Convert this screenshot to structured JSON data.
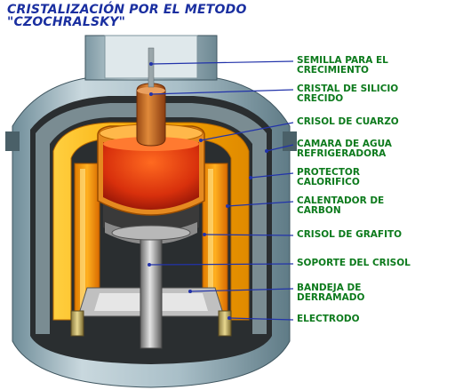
{
  "title": {
    "line1": "CRISTALIZACIÓN POR EL METODO",
    "line2": "\"CZOCHRALSKY\""
  },
  "colors": {
    "title": "#1a2fa0",
    "labels": "#0c7a1c",
    "leader_lines": "#2233aa",
    "chamber_outer": "#b0c4cc",
    "heater": "#f0a000",
    "crystal": "#c8641c",
    "melt": "#e04010",
    "graphite": "#555555",
    "electrode": "#c8b060"
  },
  "labels": [
    {
      "id": "semilla",
      "lines": [
        "SEMILLA PARA EL",
        "CRECIMIENTO"
      ]
    },
    {
      "id": "cristal",
      "lines": [
        "CRISTAL DE SILICIO",
        "CRECIDO"
      ]
    },
    {
      "id": "crisol-cuarzo",
      "lines": [
        "CRISOL DE CUARZO"
      ]
    },
    {
      "id": "camara",
      "lines": [
        "CAMARA DE AGUA",
        "REFRIGERADORA"
      ]
    },
    {
      "id": "protector",
      "lines": [
        "PROTECTOR",
        "CALORIFICO"
      ]
    },
    {
      "id": "calentador",
      "lines": [
        "CALENTADOR DE",
        "CARBON"
      ]
    },
    {
      "id": "crisol-grafito",
      "lines": [
        "CRISOL DE GRAFITO"
      ]
    },
    {
      "id": "soporte",
      "lines": [
        "SOPORTE DEL CRISOL"
      ]
    },
    {
      "id": "bandeja",
      "lines": [
        "BANDEJA DE",
        "DERRAMADO"
      ]
    },
    {
      "id": "electrodo",
      "lines": [
        "ELECTRODO"
      ]
    }
  ]
}
